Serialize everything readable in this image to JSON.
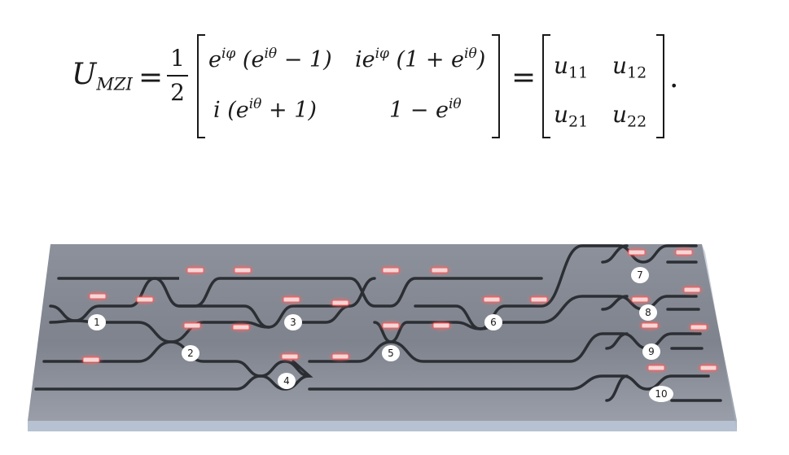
{
  "equation": {
    "lhs": "U",
    "lhs_sub": "MZI",
    "equals": "=",
    "frac_num": "1",
    "frac_den": "2",
    "m11": "e",
    "m11_sup": "iφ",
    "m11_mid": " (e",
    "m11_sup2": "iθ",
    "m11_end": " − 1)",
    "m12": "ie",
    "m12_sup": "iφ",
    "m12_mid": " (1 + e",
    "m12_sup2": "iθ",
    "m12_end": ")",
    "m21": "i (e",
    "m21_sup": "iθ",
    "m21_end": " + 1)",
    "m22": "1 − e",
    "m22_sup": "iθ",
    "u11": "u",
    "u11_sub": "11",
    "u12": "u",
    "u12_sub": "12",
    "u21": "u",
    "u21_sub": "21",
    "u22": "u",
    "u22_sub": "22",
    "period": "."
  },
  "chip": {
    "mzi_labels": [
      "1",
      "2",
      "3",
      "4",
      "5",
      "6",
      "7",
      "8",
      "9",
      "10"
    ],
    "colors": {
      "top_light": "#8a8e99",
      "top_dark": "#72767f",
      "edge": "#b4c0cf",
      "waveguide": "#2b2e33",
      "heater_glow": "#ff5a5a",
      "label_fill": "#ffffff"
    }
  }
}
